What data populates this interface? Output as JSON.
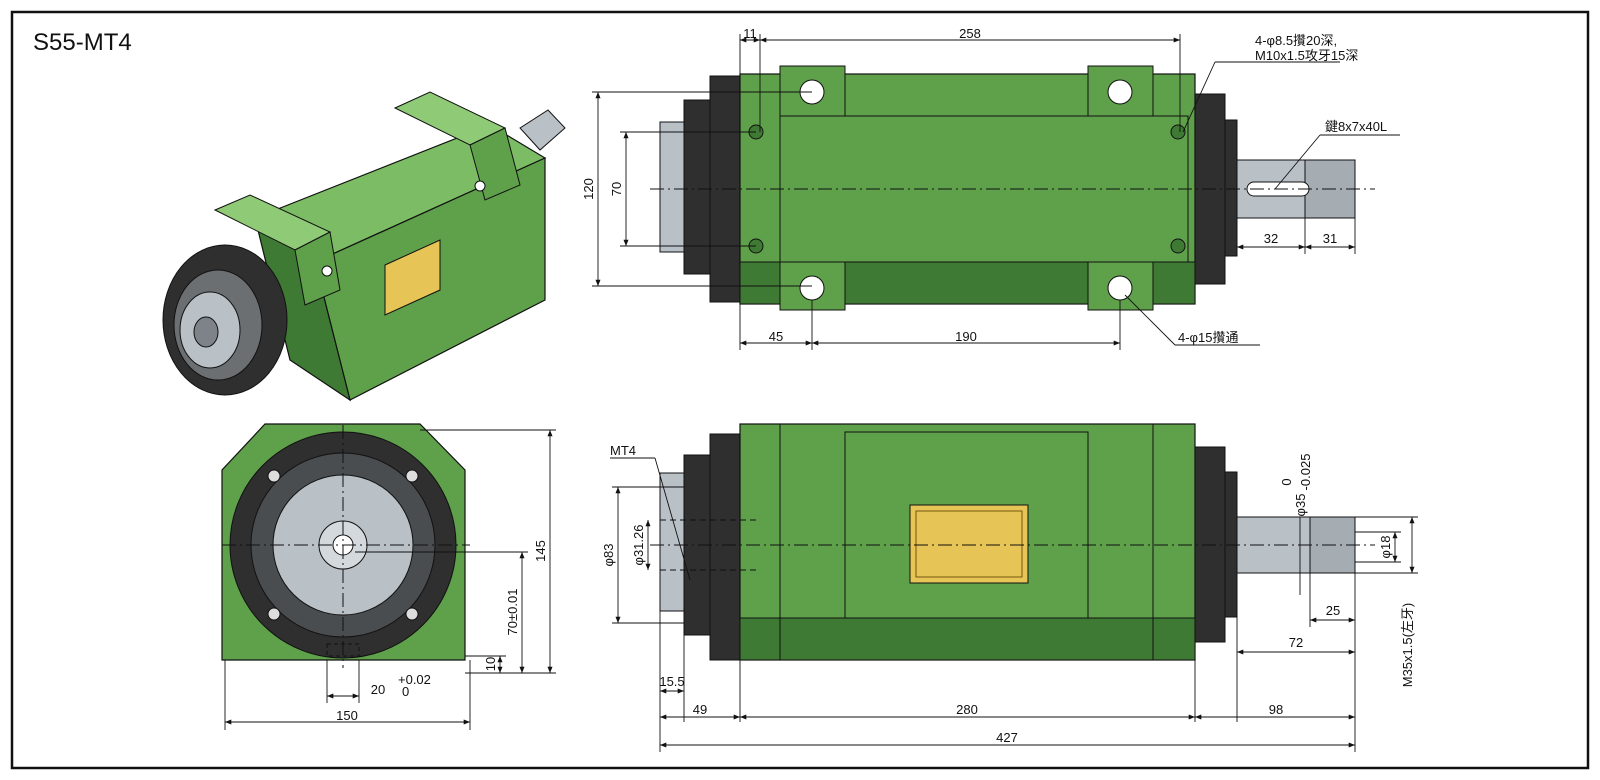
{
  "title": "S55-MT4",
  "colors": {
    "body": "#5fa04a",
    "body_dark": "#3e7a33",
    "body_light": "#7cbc64",
    "flange": "#2f2f2f",
    "steel": "#b9c0c6",
    "plate": "#e6c455",
    "line": "#111111"
  },
  "top_view": {
    "dims": {
      "d11": "11",
      "d258": "258",
      "d120": "120",
      "d70": "70",
      "d45": "45",
      "d190": "190",
      "d32": "32",
      "d31": "31"
    },
    "notes": {
      "holes_tapped_1": "4-φ8.5攢20深,",
      "holes_tapped_2": "M10x1.5攻牙15深",
      "keyway": "鍵8x7x40L",
      "through_holes": "4-φ15攢通"
    }
  },
  "end_view": {
    "dims": {
      "d145": "145",
      "d70tol": "70±0.01",
      "d10": "10",
      "d20": "20",
      "d20_upper": "+0.02",
      "d20_lower": "0",
      "d150": "150"
    }
  },
  "side_view": {
    "dims": {
      "mt4": "MT4",
      "d83": "φ83",
      "d3126": "φ31.26",
      "d35": "φ35",
      "d35_upper": "0",
      "d35_lower": "-0.025",
      "d18": "φ18",
      "d25": "25",
      "d72": "72",
      "m35": "M35x1.5(左牙)",
      "d155": "15.5",
      "d49": "49",
      "d280": "280",
      "d98": "98",
      "d427": "427"
    }
  }
}
